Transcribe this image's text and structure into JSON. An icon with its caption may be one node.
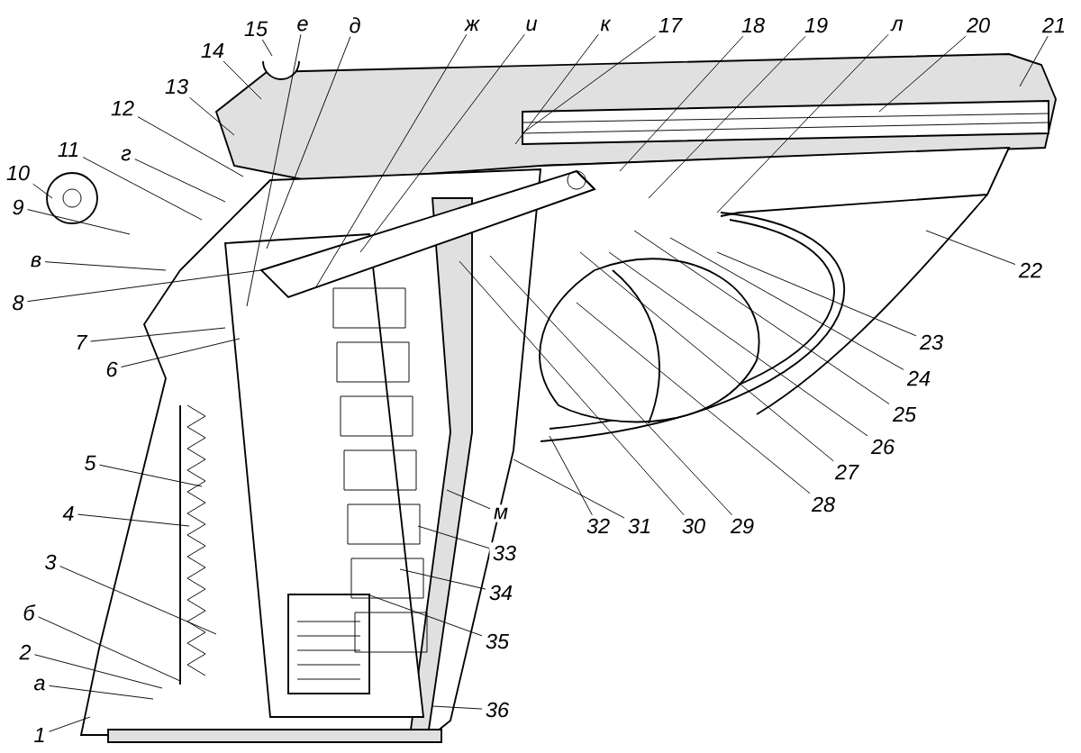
{
  "diagram": {
    "nodes": [
      {
        "text": [
          "1"
        ]
      },
      {
        "text": [
          "а"
        ]
      },
      {
        "text": [
          "2"
        ]
      },
      {
        "text": [
          "б"
        ]
      },
      {
        "text": [
          "3"
        ]
      },
      {
        "text": [
          "4"
        ]
      },
      {
        "text": [
          "5"
        ]
      },
      {
        "text": [
          "6"
        ]
      },
      {
        "text": [
          "7"
        ]
      },
      {
        "text": [
          "8"
        ]
      },
      {
        "text": [
          "в"
        ]
      },
      {
        "text": [
          "9"
        ]
      },
      {
        "text": [
          "10"
        ]
      },
      {
        "text": [
          "11"
        ]
      },
      {
        "text": [
          "г"
        ]
      },
      {
        "text": [
          "12"
        ]
      },
      {
        "text": [
          "13"
        ]
      },
      {
        "text": [
          "14"
        ]
      },
      {
        "text": [
          "15"
        ]
      },
      {
        "text": [
          "е"
        ]
      },
      {
        "text": [
          "д"
        ]
      },
      {
        "text": [
          "ж"
        ]
      },
      {
        "text": [
          "и"
        ]
      },
      {
        "text": [
          "к"
        ]
      },
      {
        "text": [
          "17"
        ]
      },
      {
        "text": [
          "18"
        ]
      },
      {
        "text": [
          "19"
        ]
      },
      {
        "text": [
          "л"
        ]
      },
      {
        "text": [
          "20"
        ]
      },
      {
        "text": [
          "21"
        ]
      },
      {
        "text": [
          "22"
        ]
      },
      {
        "text": [
          "23"
        ]
      },
      {
        "text": [
          "24"
        ]
      },
      {
        "text": [
          "25"
        ]
      },
      {
        "text": [
          "26"
        ]
      },
      {
        "text": [
          "27"
        ]
      },
      {
        "text": [
          "28"
        ]
      },
      {
        "text": [
          "29"
        ]
      },
      {
        "text": [
          "30"
        ]
      },
      {
        "text": [
          "31"
        ]
      },
      {
        "text": [
          "32"
        ]
      },
      {
        "text": [
          "м"
        ]
      },
      {
        "text": [
          "33"
        ]
      },
      {
        "text": [
          "34"
        ]
      },
      {
        "text": [
          "35"
        ]
      },
      {
        "text": [
          "36"
        ]
      }
    ],
    "edges": [
      {
        "from": 0,
        "to": null,
        "arrow": "none"
      },
      {
        "from": 1,
        "to": null,
        "arrow": "none"
      },
      {
        "from": 2,
        "to": null,
        "arrow": "none"
      },
      {
        "from": 3,
        "to": null,
        "arrow": "none"
      },
      {
        "from": 4,
        "to": null,
        "arrow": "none"
      },
      {
        "from": 5,
        "to": null,
        "arrow": "none"
      },
      {
        "from": 6,
        "to": null,
        "arrow": "none"
      },
      {
        "from": 7,
        "to": null,
        "arrow": "none"
      },
      {
        "from": 8,
        "to": null,
        "arrow": "none"
      },
      {
        "from": 9,
        "to": null,
        "arrow": "none"
      },
      {
        "from": 10,
        "to": null,
        "arrow": "none"
      },
      {
        "from": 11,
        "to": null,
        "arrow": "none"
      },
      {
        "from": 12,
        "to": null,
        "arrow": "none"
      },
      {
        "from": 13,
        "to": null,
        "arrow": "none"
      },
      {
        "from": 14,
        "to": null,
        "arrow": "none"
      },
      {
        "from": 15,
        "to": null,
        "arrow": "none"
      },
      {
        "from": 16,
        "to": null,
        "arrow": "none"
      },
      {
        "from": 17,
        "to": null,
        "arrow": "none"
      },
      {
        "from": 18,
        "to": null,
        "arrow": "none"
      },
      {
        "from": 19,
        "to": null,
        "arrow": "none"
      },
      {
        "from": 20,
        "to": null,
        "arrow": "none"
      },
      {
        "from": 21,
        "to": null,
        "arrow": "none"
      },
      {
        "from": 22,
        "to": null,
        "arrow": "none"
      },
      {
        "from": 23,
        "to": null,
        "arrow": "none"
      },
      {
        "from": 24,
        "to": null,
        "arrow": "none"
      },
      {
        "from": 25,
        "to": null,
        "arrow": "none"
      },
      {
        "from": 26,
        "to": null,
        "arrow": "none"
      },
      {
        "from": 27,
        "to": null,
        "arrow": "none"
      },
      {
        "from": 28,
        "to": null,
        "arrow": "none"
      },
      {
        "from": 29,
        "to": null,
        "arrow": "none"
      },
      {
        "from": 30,
        "to": null,
        "arrow": "none"
      },
      {
        "from": 31,
        "to": null,
        "arrow": "none"
      },
      {
        "from": 32,
        "to": null,
        "arrow": "none"
      },
      {
        "from": 33,
        "to": null,
        "arrow": "none"
      },
      {
        "from": 34,
        "to": null,
        "arrow": "none"
      },
      {
        "from": 35,
        "to": null,
        "arrow": "none"
      },
      {
        "from": 36,
        "to": null,
        "arrow": "none"
      },
      {
        "from": 37,
        "to": null,
        "arrow": "none"
      },
      {
        "from": 38,
        "to": null,
        "arrow": "none"
      },
      {
        "from": 39,
        "to": null,
        "arrow": "none"
      },
      {
        "from": 40,
        "to": null,
        "arrow": "none"
      },
      {
        "from": 41,
        "to": null,
        "arrow": "none"
      },
      {
        "from": 42,
        "to": null,
        "arrow": "none"
      },
      {
        "from": 43,
        "to": null,
        "arrow": "none"
      },
      {
        "from": 44,
        "to": null,
        "arrow": "none"
      },
      {
        "from": 45,
        "to": null,
        "arrow": "none"
      }
    ]
  }
}
